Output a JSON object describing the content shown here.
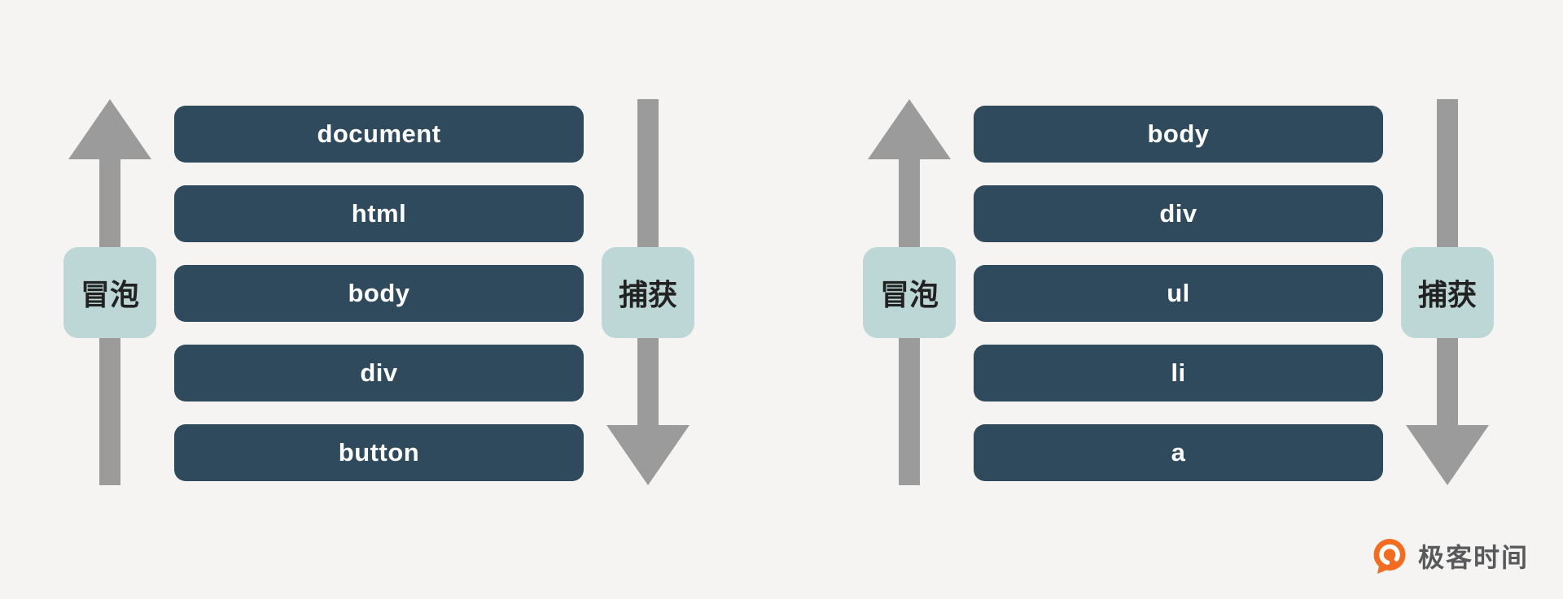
{
  "colors": {
    "bg": "#f5f4f2",
    "box": "#2e4a5c",
    "box_text": "#ffffff",
    "arrow": "#9b9b9b",
    "badge_bg": "#bcd7d6",
    "badge_text": "#222222",
    "brand_orange": "#f26d21",
    "brand_text": "#58595b"
  },
  "diagrams": [
    {
      "bubble_label": "冒泡",
      "capture_label": "捕获",
      "nodes": [
        "document",
        "html",
        "body",
        "div",
        "button"
      ]
    },
    {
      "bubble_label": "冒泡",
      "capture_label": "捕获",
      "nodes": [
        "body",
        "div",
        "ul",
        "li",
        "a"
      ]
    }
  ],
  "footer": {
    "brand": "极客时间"
  }
}
